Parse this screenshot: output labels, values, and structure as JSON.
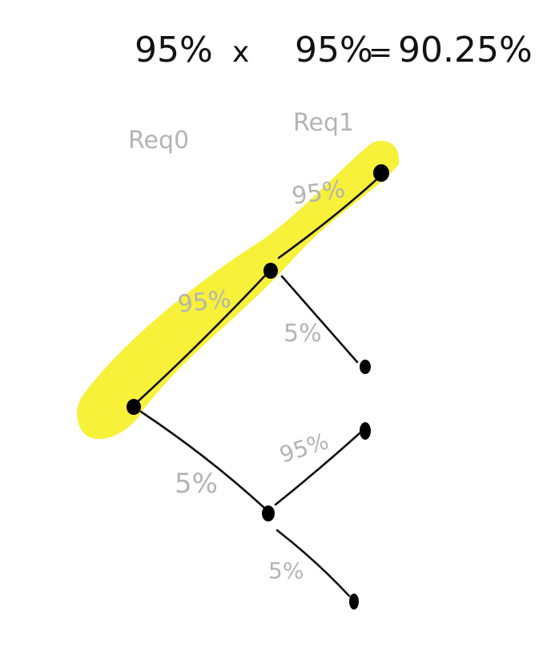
{
  "colors": {
    "highlight": "#f7f13a",
    "ink": "#111111",
    "label_gray": "#b4b4b4",
    "background": "#ffffff"
  },
  "equation": {
    "term1": "95%",
    "operator": "x",
    "term2": "95%",
    "equals": "=",
    "result": "90.25%"
  },
  "columns": {
    "req0": "Req0",
    "req1": "Req1"
  },
  "edges": {
    "root_upper": "95%",
    "root_lower": "5%",
    "upper_upper": "95%",
    "upper_lower": "5%",
    "lower_upper": "95%",
    "lower_lower": "5%"
  }
}
